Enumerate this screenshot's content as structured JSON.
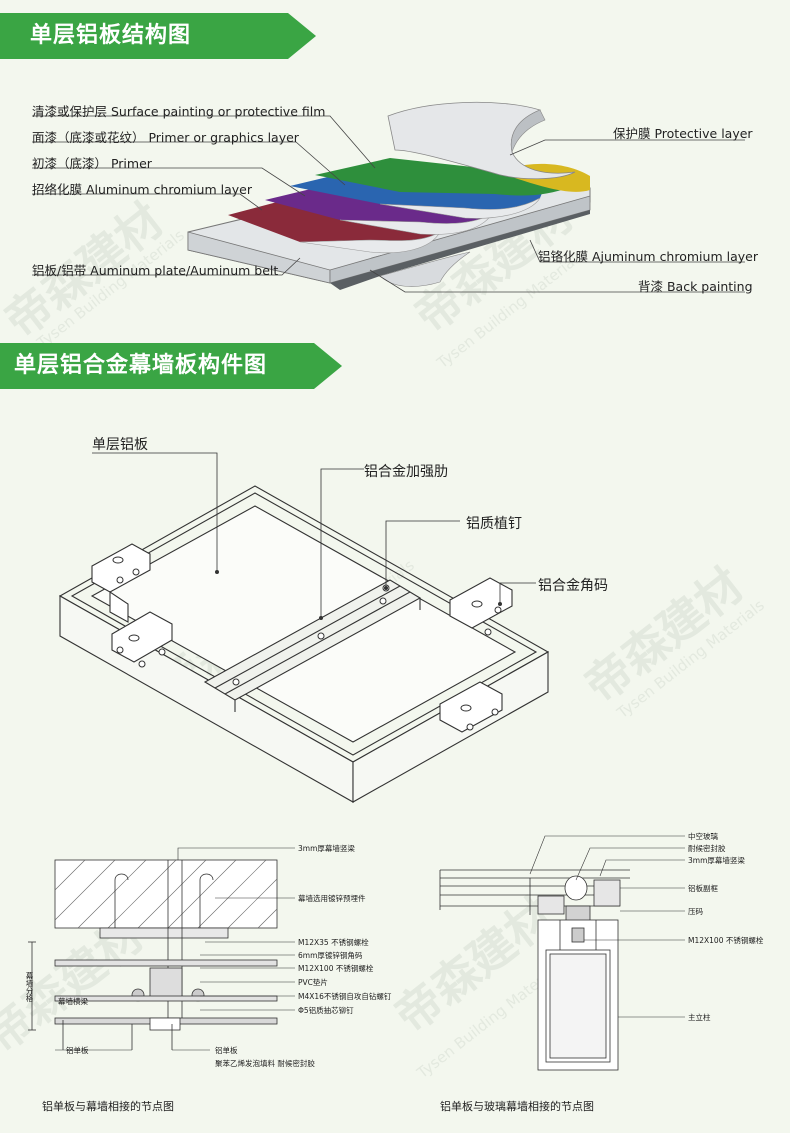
{
  "section1": {
    "title": "单层铝板结构图",
    "labels_left": [
      "清漆或保护层 Surface painting or protective film",
      "面漆（底漆或花纹） Primer or graphics layer",
      "初漆（底漆） Primer",
      "招络化膜 Aluminum chromium layer",
      "铝板/铝带 Auminum plate/Auminum belt"
    ],
    "labels_right": [
      "保护膜 Protective layer",
      "铝铬化膜 Ajuminum chromium layer",
      "背漆 Back painting"
    ]
  },
  "section2": {
    "title": "单层铝合金幕墙板构件图",
    "labels": [
      "单层铝板",
      "铝合金加强肋",
      "铝质植钉",
      "铝合金角码"
    ]
  },
  "detail_left": {
    "labels": [
      "3mm厚幕墙竖梁",
      "幕墙选用镀锌预埋件",
      "M12X35 不锈钢螺栓",
      "6mm厚镀锌钢角码",
      "M12X100 不锈钢螺栓",
      "PVC垫片",
      "M4X16不锈钢自攻自钻螺钉",
      "Φ5铝质抽芯铆钉",
      "铝单板",
      "聚苯乙烯发泡填料 耐候密封胶",
      "幕墙横梁",
      "幕墙分格",
      "铝单板"
    ],
    "caption": "铝单板与幕墙相接的节点图"
  },
  "detail_right": {
    "labels": [
      "中空玻璃",
      "耐候密封胶",
      "3mm厚幕墙竖梁",
      "铝板副框",
      "压码",
      "M12X100 不锈钢螺栓",
      "主立柱"
    ],
    "caption": "铝单板与玻璃幕墙相接的节点图"
  },
  "watermark": {
    "cn": "帝森建材",
    "en": "Tysen Building Materials"
  },
  "colors": {
    "green": "#3aa544",
    "bg": "#f3f7ee",
    "layer_green": "#2e8f3c",
    "layer_blue": "#2a65b0",
    "layer_purple": "#6a2a8a",
    "layer_red": "#8a2a3a",
    "layer_yellow": "#d8b820"
  }
}
